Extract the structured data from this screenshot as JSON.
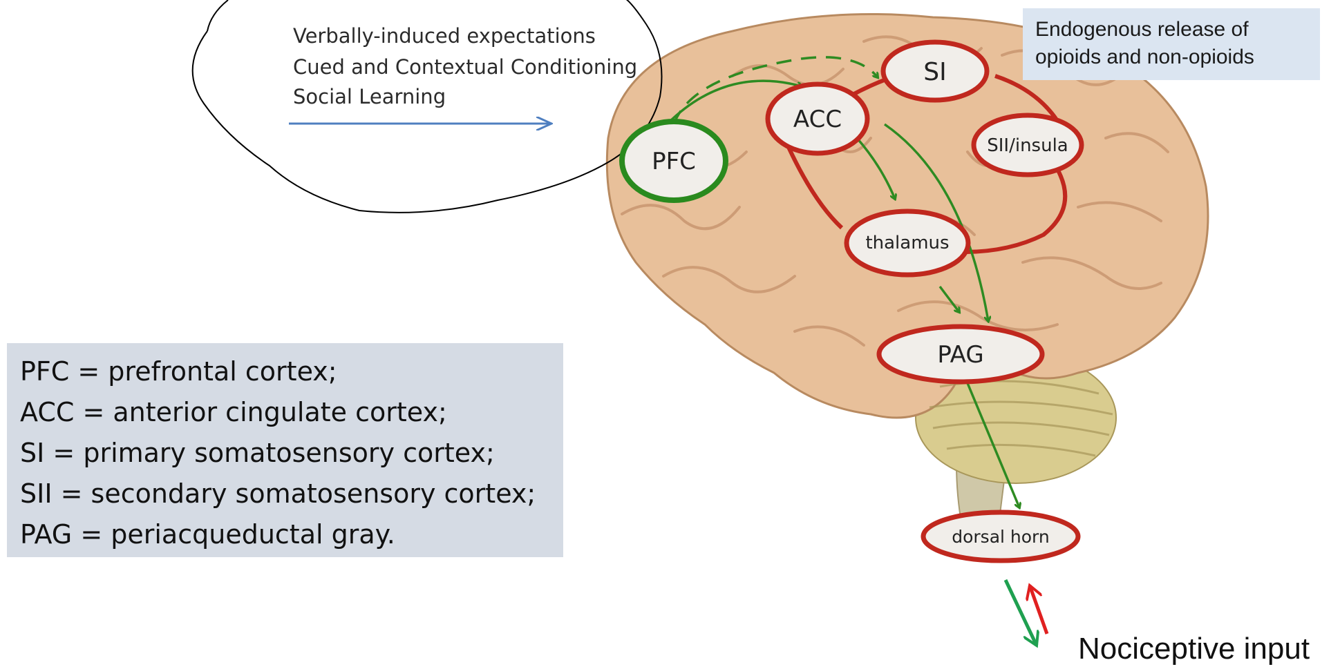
{
  "cues": {
    "lines": [
      "Verbally-induced expectations",
      "Cued and Contextual Conditioning",
      "Social Learning"
    ]
  },
  "release_box": {
    "lines": [
      "Endogenous release of",
      "opioids and non-opioids"
    ]
  },
  "regions": {
    "pfc": "PFC",
    "acc": "ACC",
    "si": "SI",
    "sii": "SII/insula",
    "thalamus": "thalamus",
    "pag": "PAG",
    "dorsal_horn": "dorsal horn"
  },
  "legend": {
    "lines": [
      "PFC = prefrontal cortex;",
      "ACC = anterior cingulate cortex;",
      "SI = primary somatosensory cortex;",
      "SII = secondary somatosensory cortex;",
      "PAG = periacqueductal gray."
    ]
  },
  "input_label": "Nociceptive input",
  "colors": {
    "red_ring": "#c0281e",
    "green_ring": "#2a8a1e",
    "green_arrow": "#2e8b22",
    "blue_arrow": "#4f7fc0",
    "red_arrow": "#e02020",
    "legend_bg": "#d5dbe4",
    "release_bg": "#dbe5f1",
    "brain": "#e8c09a"
  }
}
